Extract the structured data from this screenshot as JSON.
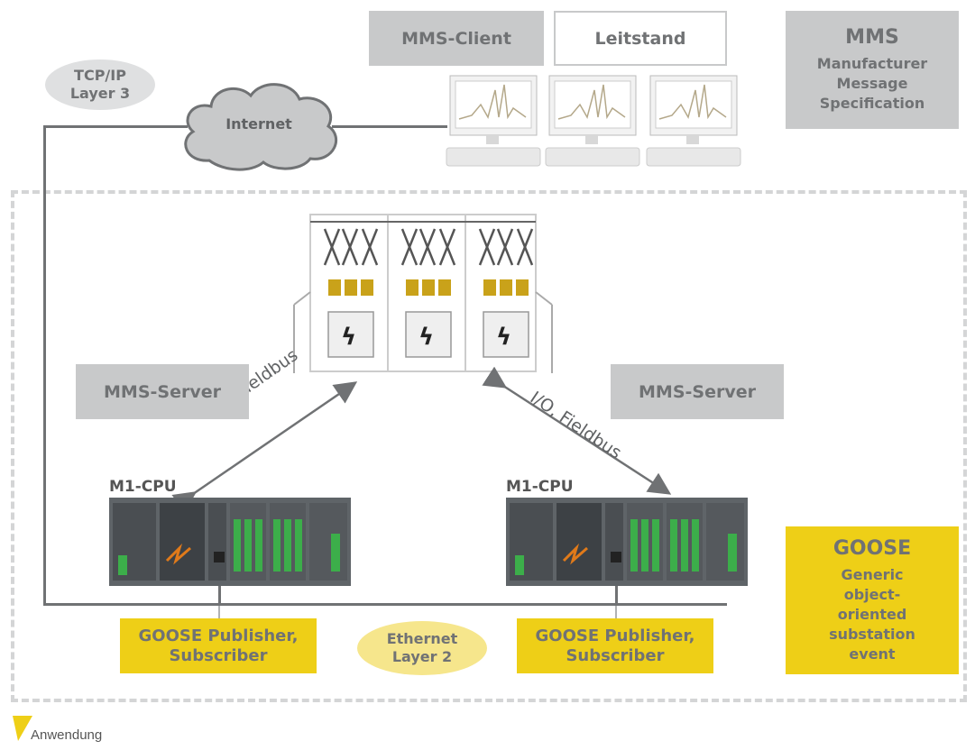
{
  "top": {
    "mms_client": "MMS-Client",
    "leitstand": "Leitstand",
    "mms_title": "MMS",
    "mms_desc": "Manufacturer Message Specification",
    "tcpip_line1": "TCP/IP",
    "tcpip_line2": "Layer 3",
    "internet": "Internet"
  },
  "middle": {
    "mms_server_left": "MMS-Server",
    "mms_server_right": "MMS-Server",
    "io_left": "I/O, Fieldbus",
    "io_right": "I/O, Fieldbus",
    "cpu_left": "M1-CPU",
    "cpu_right": "M1-CPU"
  },
  "bottom": {
    "goose_pub_left": "GOOSE Publisher, Subscriber",
    "goose_pub_right": "GOOSE Publisher, Subscriber",
    "ethernet_line1": "Ethernet",
    "ethernet_line2": "Layer 2",
    "goose_title": "GOOSE",
    "goose_desc": "Generic object-oriented substation event"
  },
  "footer": {
    "label": "Anwendung"
  },
  "colors": {
    "grey_box": "#c8c9ca",
    "yellow_box": "#eecf17",
    "text": "#707274",
    "line": "#707274",
    "dash": "#d4d5d6"
  }
}
